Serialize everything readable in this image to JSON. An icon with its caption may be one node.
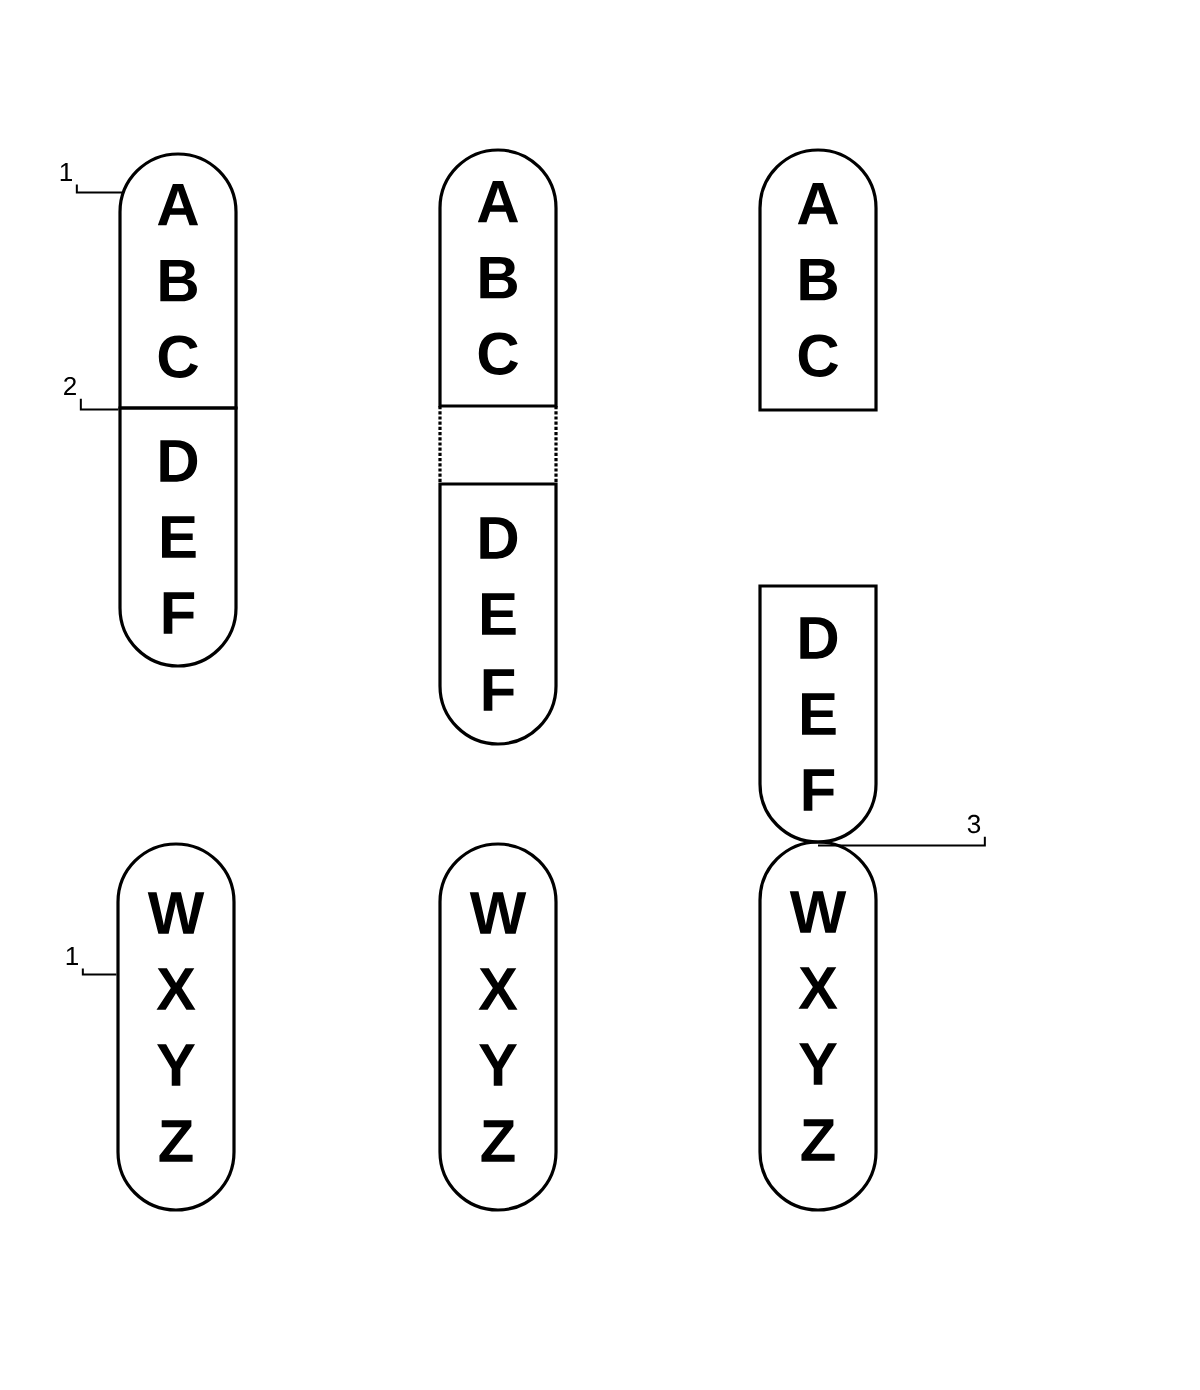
{
  "diagram": {
    "nodes": [
      {
        "text": [
          "A",
          "B",
          "C"
        ]
      },
      {
        "text": [
          "D",
          "E",
          "F"
        ]
      },
      {
        "text": [
          "A",
          "B",
          "C"
        ]
      },
      {
        "text": [],
        "shape": "box"
      },
      {
        "text": [
          "D",
          "E",
          "F"
        ]
      },
      {
        "text": [
          "A",
          "B",
          "C"
        ]
      },
      {
        "text": [
          "D",
          "E",
          "F"
        ]
      },
      {
        "text": [
          "W",
          "X",
          "Y",
          "Z"
        ]
      },
      {
        "text": [
          "W",
          "X",
          "Y",
          "Z"
        ]
      },
      {
        "text": [
          "W",
          "X",
          "Y",
          "Z"
        ]
      },
      {
        "text": [
          "1"
        ]
      },
      {
        "text": [
          "2"
        ]
      },
      {
        "text": [
          "1"
        ]
      },
      {
        "text": [
          "3"
        ]
      }
    ],
    "edges": [
      {
        "from": 10,
        "to": 0,
        "arrow": "none"
      },
      {
        "from": 11,
        "to": 0,
        "arrow": "none"
      },
      {
        "from": 12,
        "to": 7,
        "arrow": "none"
      },
      {
        "from": 13,
        "to": 6,
        "arrow": "none"
      }
    ]
  }
}
